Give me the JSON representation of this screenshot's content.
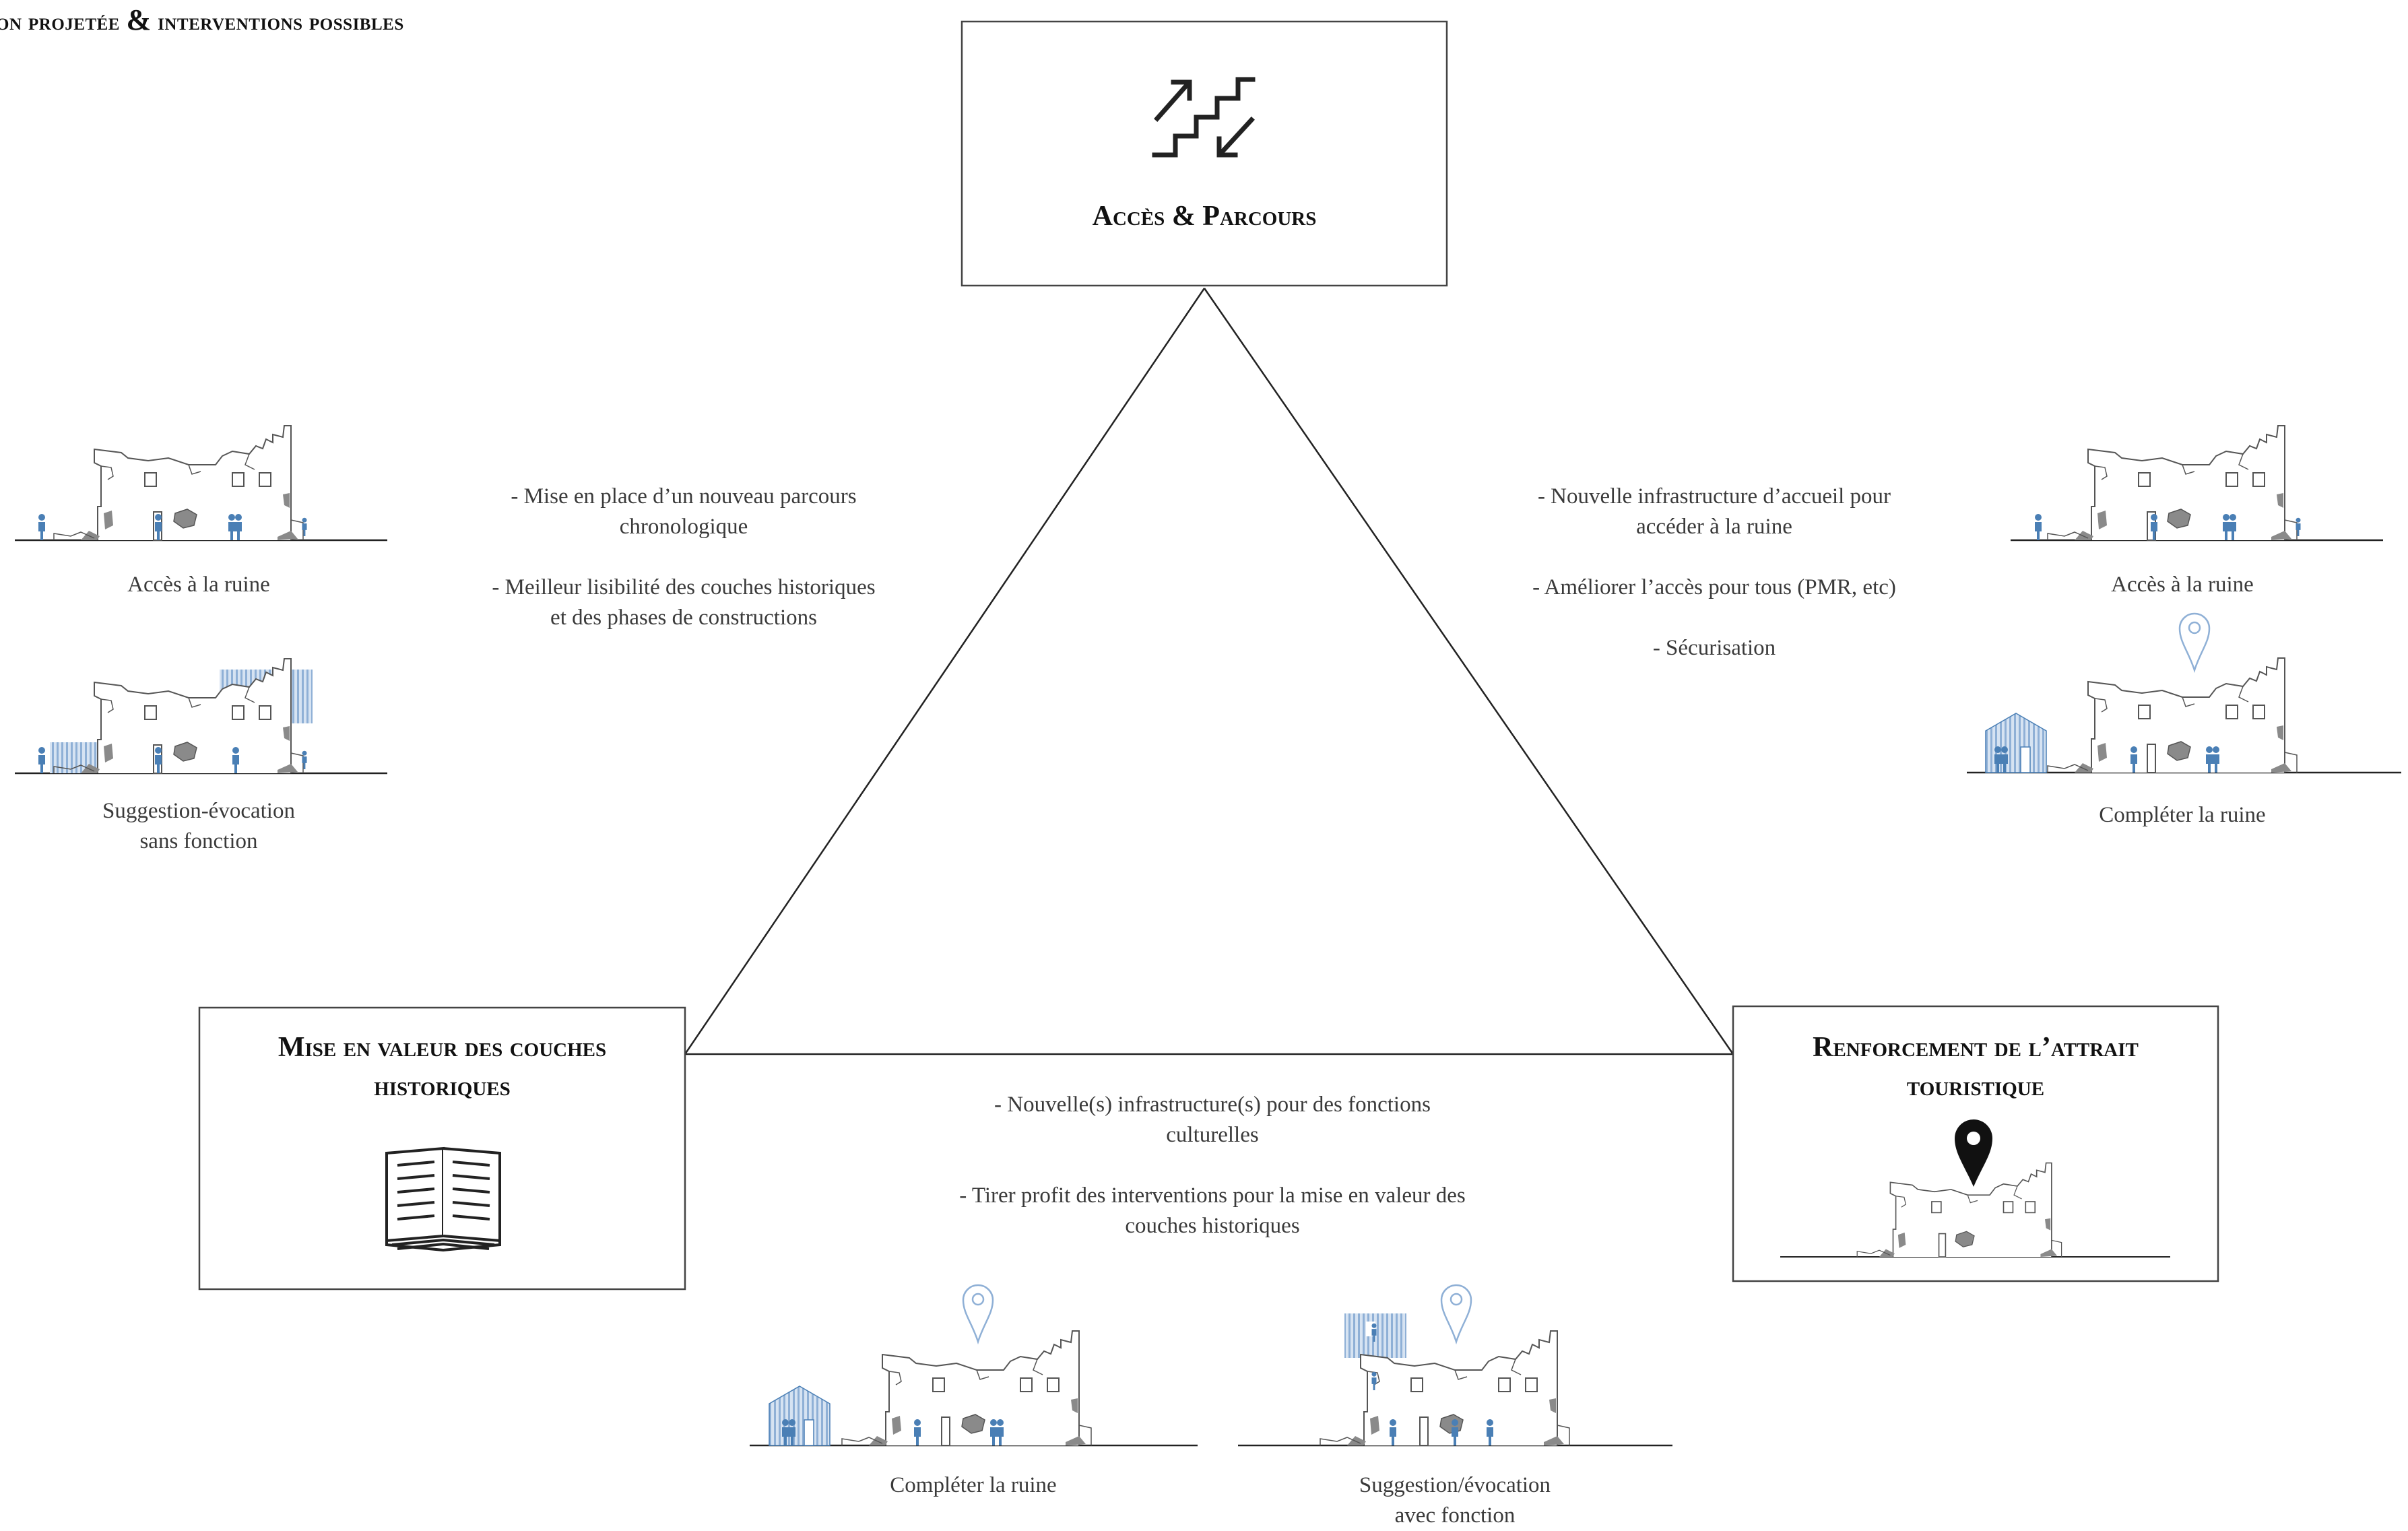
{
  "header": {
    "title_part1": "on projetée",
    "title_amp": "&",
    "title_part2": "interventions possibles"
  },
  "nodes": {
    "top": {
      "title": "Accès & Parcours",
      "icon": "stairs-up-down-arrows-icon"
    },
    "left": {
      "title_line1": "Mise en valeur des couches",
      "title_line2": "historiques",
      "icon": "open-book-icon"
    },
    "right": {
      "title_line1": "Renforcement de l’attrait",
      "title_line2": "touristique",
      "icon": "map-pin-icon"
    }
  },
  "notes": {
    "left": [
      "- Mise en place d’un nouveau parcours",
      "chronologique",
      "- Meilleur lisibilité des couches historiques",
      "et des phases de constructions"
    ],
    "right": [
      "- Nouvelle infrastructure d’accueil pour",
      "accéder à la ruine",
      "- Améliorer l’accès pour tous (PMR, etc)",
      "- Sécurisation"
    ],
    "bottom": [
      "- Nouvelle(s) infrastructure(s) pour des fonctions",
      "culturelles",
      "- Tirer profit des interventions pour la mise en valeur des",
      "couches historiques"
    ]
  },
  "captions": {
    "left_access": "Accès à la ruine",
    "left_suggestion_1": "Suggestion-évocation",
    "left_suggestion_2": "sans fonction",
    "right_access": "Accès à la ruine",
    "right_complete": "Compléter la ruine",
    "bottom_complete": "Compléter la ruine",
    "bottom_suggestion_1": "Suggestion/évocation",
    "bottom_suggestion_2": "avec fonction"
  },
  "colors": {
    "line": "#222222",
    "accent_blue": "#4a7fb5",
    "light_blue": "#a9c3e2",
    "stone_grey": "#8a8a8a"
  }
}
